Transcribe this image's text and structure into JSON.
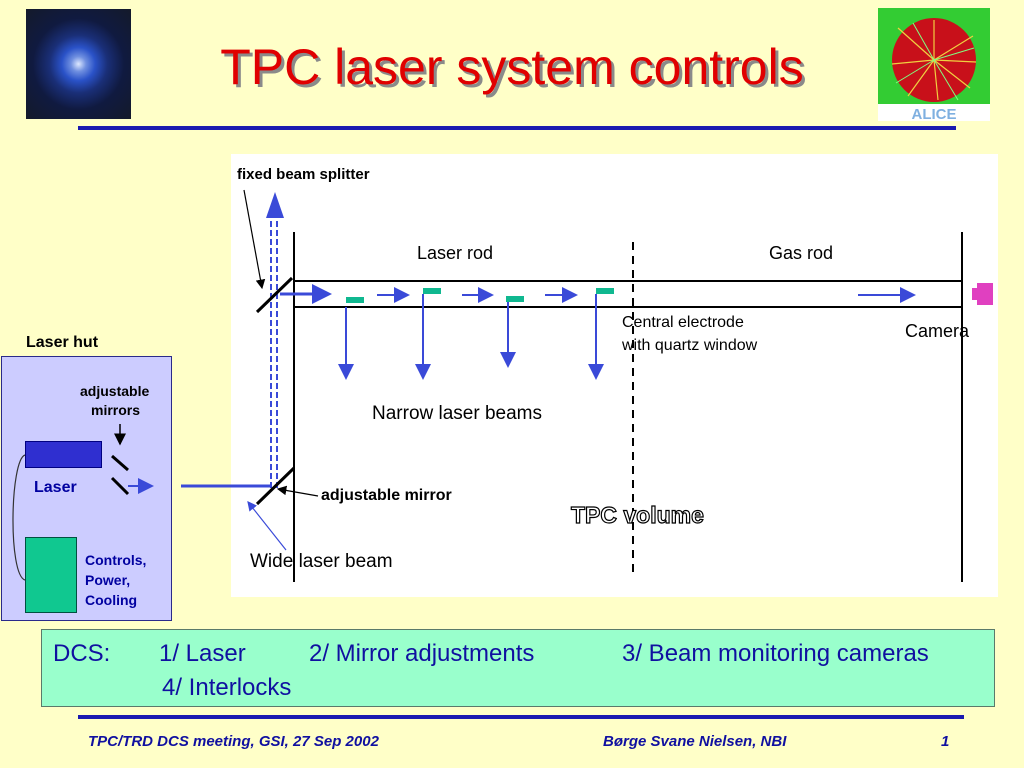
{
  "slide": {
    "title": "TPC laser system controls",
    "logo_right_text": "ALICE"
  },
  "diagram": {
    "fixed_splitter_label": "fixed beam splitter",
    "laser_rod_label": "Laser rod",
    "gas_rod_label": "Gas rod",
    "central_electrode_label_1": "Central electrode",
    "central_electrode_label_2": "with quartz window",
    "camera_label": "Camera",
    "narrow_beams_label": "Narrow laser beams",
    "adjustable_mirror_label": "adjustable mirror",
    "tpc_volume_label": "TPC volume",
    "wide_beam_label": "Wide laser beam"
  },
  "laser_hut": {
    "title": "Laser hut",
    "adjustable_mirrors_1": "adjustable",
    "adjustable_mirrors_2": "mirrors",
    "laser_label": "Laser",
    "controls_1": "Controls,",
    "controls_2": "Power,",
    "controls_3": "Cooling"
  },
  "dcs": {
    "prefix": "DCS:",
    "item1": "1/ Laser",
    "item2": "2/ Mirror adjustments",
    "item3": "3/ Beam monitoring cameras",
    "item4": "4/ Interlocks"
  },
  "footer": {
    "left": "TPC/TRD DCS meeting, GSI, 27 Sep 2002",
    "middle": "Børge Svane Nielsen, NBI",
    "page": "1"
  },
  "colors": {
    "background": "#ffffc8",
    "title": "#e00000",
    "rule": "#1a1ab0",
    "beam": "#3a4ad8",
    "mirror_plate": "#10b890",
    "dcs_box": "#99ffcc",
    "camera": "#e040c0"
  }
}
